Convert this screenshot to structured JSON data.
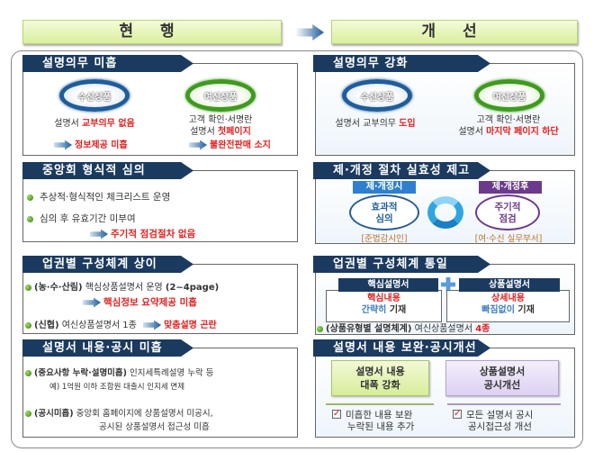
{
  "header": {
    "current": "현 행",
    "improved": "개 선"
  },
  "left": {
    "s1": {
      "title": "설명의무 미흡",
      "oval_a": "수신상품",
      "oval_b": "여신상품",
      "a_text": "설명서 ",
      "a_red": "교부의무 없음",
      "a_result": "정보제공 미흡",
      "b_line1": "고객 확인·서명란",
      "b_line2": "설명서 ",
      "b_red": "첫페이지",
      "b_result": "불완전판매 소지"
    },
    "s2": {
      "title": "중앙회 형식적 심의",
      "items": [
        "추상적·형식적인 체크리스트 운영",
        "심의 후 유효기간 미부여"
      ],
      "result": "주기적 점검절차 없음"
    },
    "s3": {
      "title": "업권별 구성체계 상이",
      "i1_bold": "(농·수·산림)",
      "i1_text": " 핵심상품설명서 운영 ",
      "i1_bold2": "(2~4page)",
      "i1_result": "핵심정보 요약제공 미흡",
      "i2_bold": "(신협)",
      "i2_text": " 여신상품설명서 1종",
      "i2_result": "맞춤설명 곤란"
    },
    "s4": {
      "title": "설명서 내용·공시 미흡",
      "i1_bold": "(중요사항 누락·설명미흡)",
      "i1_text": " 인지세특례설명 누락 등",
      "i1_note": "예) 1억원 이하 조합원 대출시 인지세 면제",
      "i2_bold": "(공시미흡)",
      "i2_text": " 중앙회 홈페이지에 상품설명서 미공시,",
      "i2_line2": "공시된 상품설명서 접근성 미흡"
    }
  },
  "right": {
    "s1": {
      "title": "설명의무 강화",
      "oval_a": "수신상품",
      "oval_b": "여신상품",
      "a_text": "설명서 교부의무 ",
      "a_red": "도입",
      "b_line1": "고객 확인·서명란",
      "b_line2": "설명서 ",
      "b_red": "마지막 페이지 하단"
    },
    "s2": {
      "title": "제·개정 절차 실효성 제고",
      "left_label": "제·개정시",
      "left_circle": [
        "효과적",
        "심의"
      ],
      "left_note": "[준법감시인]",
      "right_label": "제·개정후",
      "right_circle": [
        "주기적",
        "점검"
      ],
      "right_note": "[여·수신 실무부서]"
    },
    "s3": {
      "title": "업권별 구성체계 통일",
      "box_a_title": "핵심설명서",
      "box_a_red": "핵심내용",
      "box_a_blue": "간략히",
      "box_a_tail": " 기재",
      "box_b_title": "상품설명서",
      "box_b_red": "상세내용",
      "box_b_blue": "빠짐없이",
      "box_b_tail": " 기재",
      "item_bold": "(상품유형별 설명체계)",
      "item_text": " 여신상품설명서 ",
      "item_red": "4종"
    },
    "s4": {
      "title": "설명서 내용 보완·공시개선",
      "green_box": [
        "설명서 내용",
        "대폭 강화"
      ],
      "purple_box": [
        "상품설명서",
        "공시개선"
      ],
      "check_a": [
        "미흡한 내용 보완",
        "누락된 내용 추가"
      ],
      "check_b": [
        "모든 설명서 공시",
        "공시접근성 개선"
      ]
    }
  },
  "colors": {
    "title_bar": "#1b3a5f",
    "header_fill": "#d9ef9e",
    "accent_red": "#e02020",
    "blue_oval": "#1f5d9a",
    "green_oval": "#3f9a1e",
    "purple": "#6b3a8c"
  }
}
